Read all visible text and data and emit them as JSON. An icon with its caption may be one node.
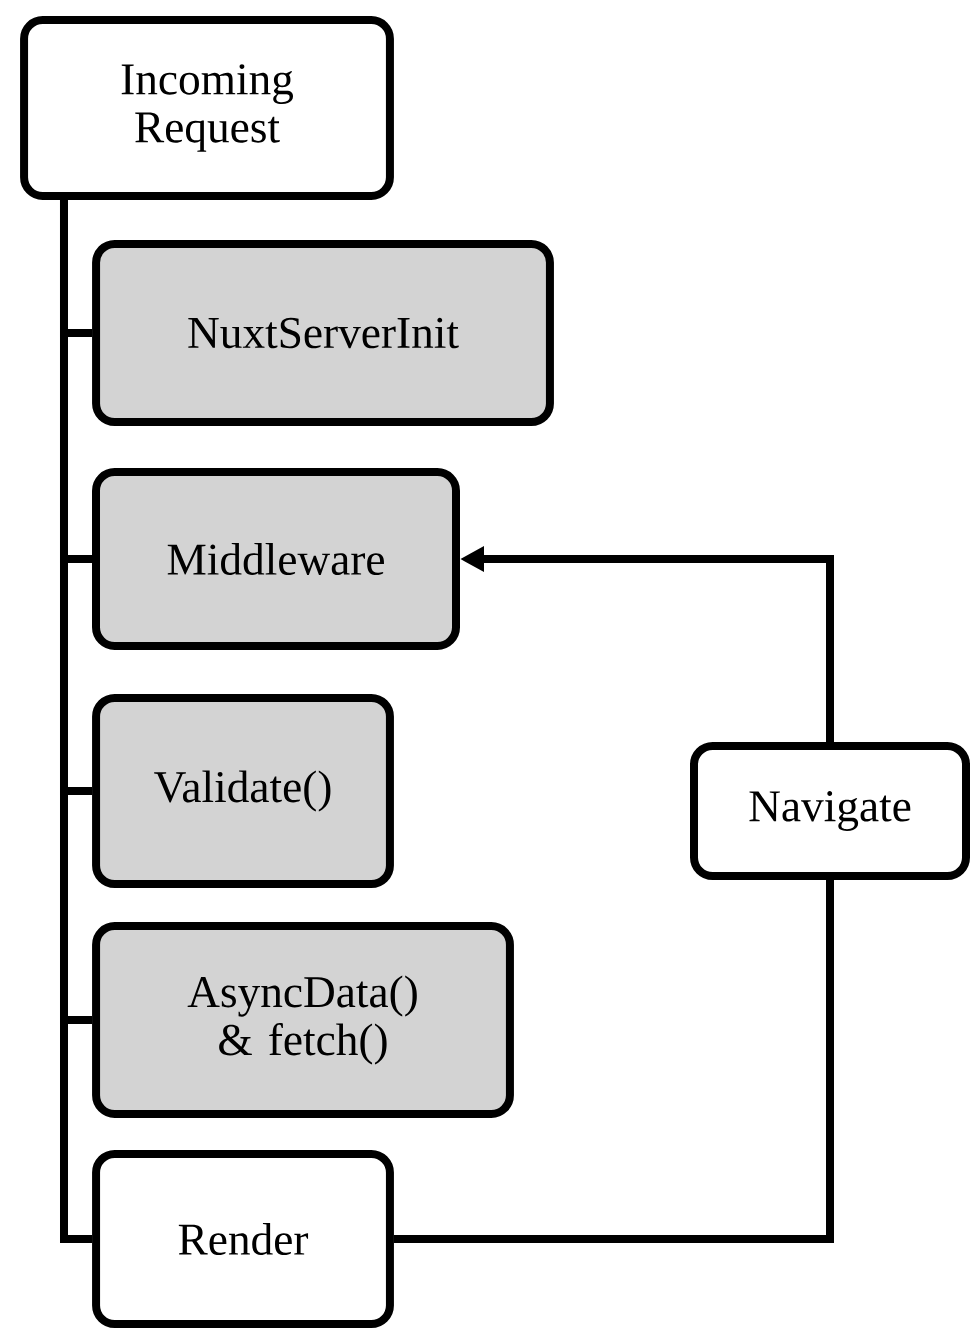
{
  "diagram": {
    "nodes": [
      {
        "text": [
          "Incoming Request"
        ]
      },
      {
        "text": [
          "NuxtServerInit"
        ]
      },
      {
        "text": [
          "Middleware"
        ]
      },
      {
        "text": [
          "Validate()"
        ]
      },
      {
        "text": [
          "AsyncData() & fetch()"
        ]
      },
      {
        "text": [
          "Render"
        ]
      },
      {
        "text": [
          "Navigate"
        ]
      }
    ],
    "edges": [
      {
        "from": 0,
        "to": 1,
        "arrow": "none"
      },
      {
        "from": 0,
        "to": 2,
        "arrow": "none"
      },
      {
        "from": 0,
        "to": 3,
        "arrow": "none"
      },
      {
        "from": 0,
        "to": 4,
        "arrow": "none"
      },
      {
        "from": 0,
        "to": 5,
        "arrow": "none"
      },
      {
        "from": 5,
        "to": 6,
        "arrow": "none"
      },
      {
        "from": 6,
        "to": 2,
        "arrow": "to"
      }
    ]
  }
}
